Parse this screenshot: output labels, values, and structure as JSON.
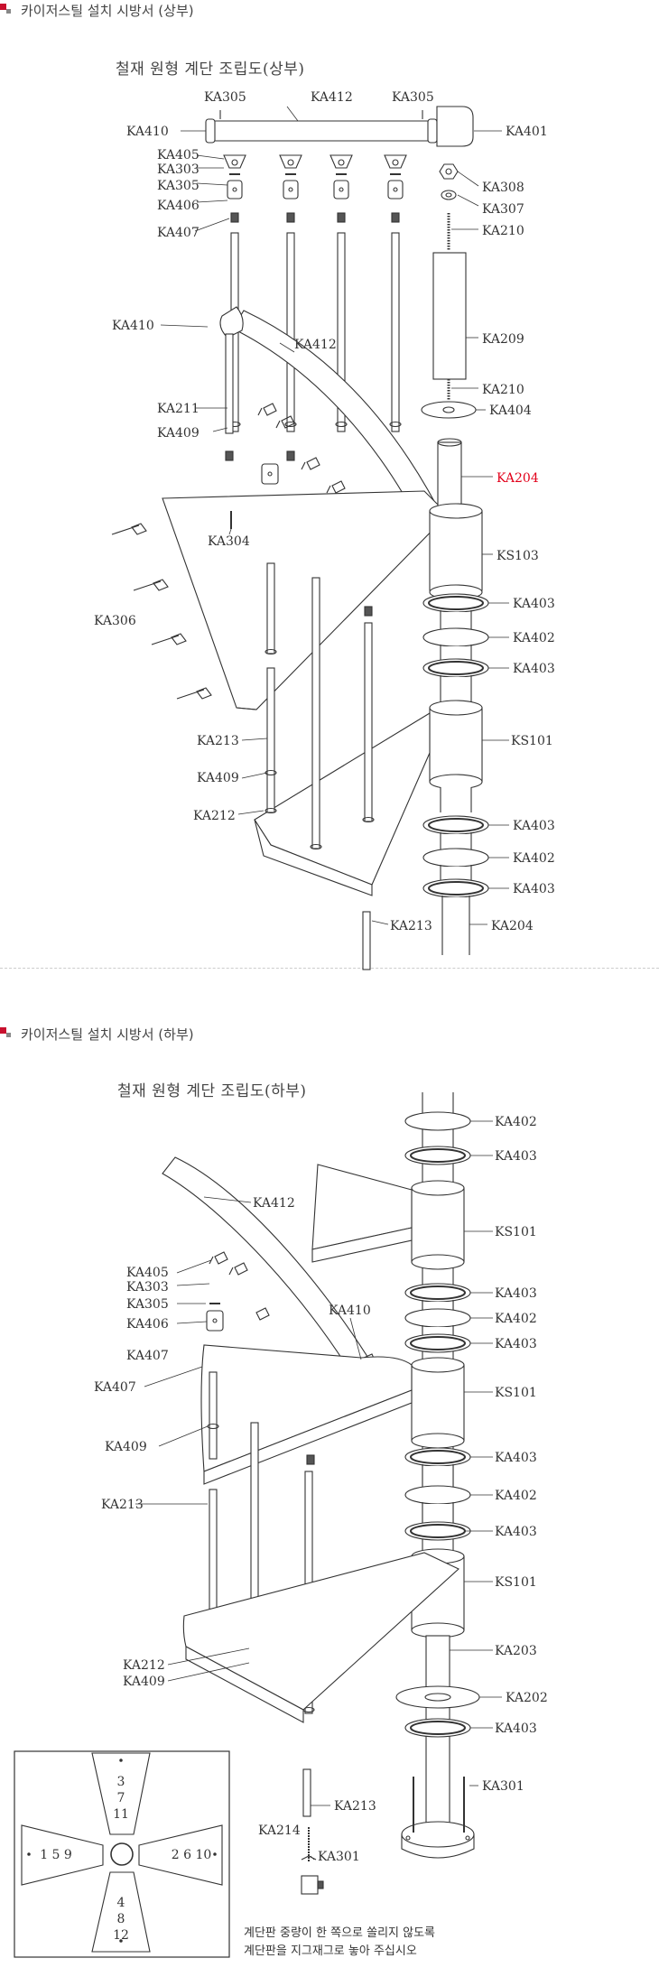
{
  "sections": [
    {
      "header": "카이저스틸 설치 시방서 (상부)",
      "title": "철재 원형 계단 조립도(상부)"
    },
    {
      "header": "카이저스틸 설치 시방서 (하부)",
      "title": "철재 원형 계단 조립도(하부)"
    }
  ],
  "upper_labels": {
    "ka305a": "KA305",
    "ka412a": "KA412",
    "ka305b": "KA305",
    "ka410a": "KA410",
    "ka401": "KA401",
    "ka405": "KA405",
    "ka303": "KA303",
    "ka305c": "KA305",
    "ka406": "KA406",
    "ka407": "KA407",
    "ka308": "KA308",
    "ka307": "KA307",
    "ka210a": "KA210",
    "ka410b": "KA410",
    "ka412b": "KA412",
    "ka209": "KA209",
    "ka210b": "KA210",
    "ka404": "KA404",
    "ka211": "KA211",
    "ka409a": "KA409",
    "ka204a": "KA204",
    "ka304": "KA304",
    "ks103": "KS103",
    "ka403a": "KA403",
    "ka306": "KA306",
    "ka402a": "KA402",
    "ka403b": "KA403",
    "ka213a": "KA213",
    "ks101": "KS101",
    "ka409b": "KA409",
    "ka212": "KA212",
    "ka403c": "KA403",
    "ka402b": "KA402",
    "ka403d": "KA403",
    "ka213b": "KA213",
    "ka204b": "KA204"
  },
  "lower_labels": {
    "ka402a": "KA402",
    "ka403a": "KA403",
    "ka412": "KA412",
    "ks101a": "KS101",
    "ka405": "KA405",
    "ka303": "KA303",
    "ka305": "KA305",
    "ka410": "KA410",
    "ka403b": "KA403",
    "ka406": "KA406",
    "ka402b": "KA402",
    "ka403c": "KA403",
    "ka407a": "KA407",
    "ka407b": "KA407",
    "ks101b": "KS101",
    "ka409a": "KA409",
    "ka403d": "KA403",
    "ka402c": "KA402",
    "ka213a": "KA213",
    "ka403e": "KA403",
    "ks101c": "KS101",
    "ka203": "KA203",
    "ka212": "KA212",
    "ka409b": "KA409",
    "ka202": "KA202",
    "ka403f": "KA403",
    "ka301a": "KA301",
    "ka213b": "KA213",
    "ka214": "KA214",
    "ka301b": "KA301"
  },
  "plan_view": {
    "top": [
      "3",
      "7",
      "11"
    ],
    "left": "1 5 9",
    "right": "2 6 10",
    "bottom": [
      "4",
      "8",
      "12"
    ]
  },
  "note": [
    "계단판 중량이 한 쪽으로 쏠리지 않도록",
    "계단판을 지그재그로 놓아 주십시오"
  ],
  "colors": {
    "accent": "#c8102e",
    "highlight": "#e2001a",
    "line": "#333333"
  }
}
